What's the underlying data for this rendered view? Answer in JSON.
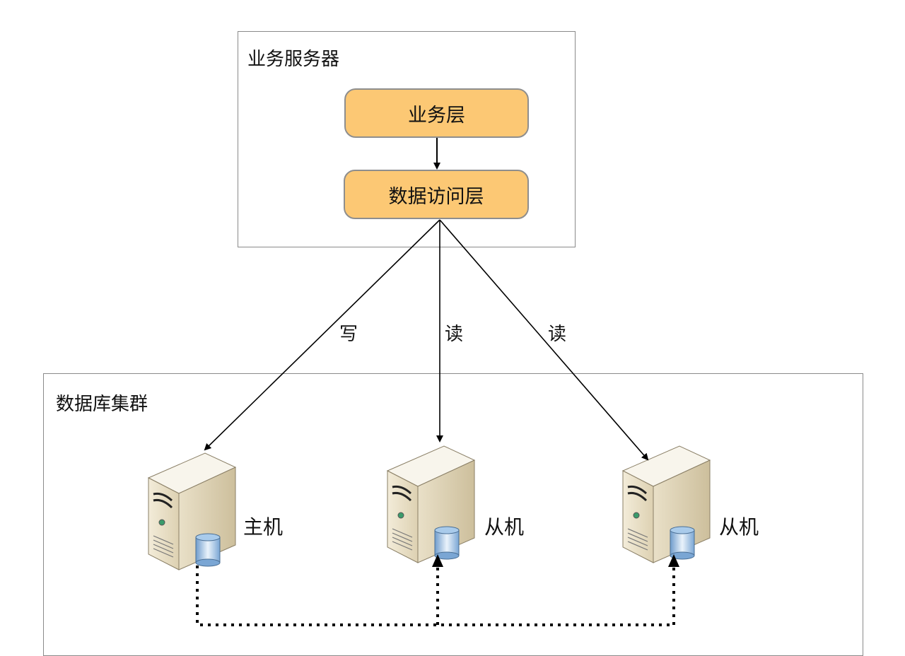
{
  "app_server": {
    "title": "业务服务器",
    "layers": [
      {
        "label": "业务层"
      },
      {
        "label": "数据访问层"
      }
    ]
  },
  "db_cluster": {
    "title": "数据库集群",
    "nodes": [
      {
        "label": "主机",
        "role": "master"
      },
      {
        "label": "从机",
        "role": "slave"
      },
      {
        "label": "从机",
        "role": "slave"
      }
    ]
  },
  "edges": [
    {
      "from": "业务层",
      "to": "数据访问层",
      "label": ""
    },
    {
      "from": "数据访问层",
      "to": "主机",
      "label": "写"
    },
    {
      "from": "数据访问层",
      "to": "从机",
      "label": "读"
    },
    {
      "from": "数据访问层",
      "to": "从机",
      "label": "读"
    }
  ],
  "replication": {
    "from": "主机",
    "to": [
      "从机",
      "从机"
    ],
    "style": "dotted"
  },
  "colors": {
    "layer_fill": "#fcc874",
    "layer_border": "#8e8e8e",
    "box_border": "#8a8a8a",
    "server_body": "#e8dfc8",
    "db_fill": "#9cc3e6"
  }
}
